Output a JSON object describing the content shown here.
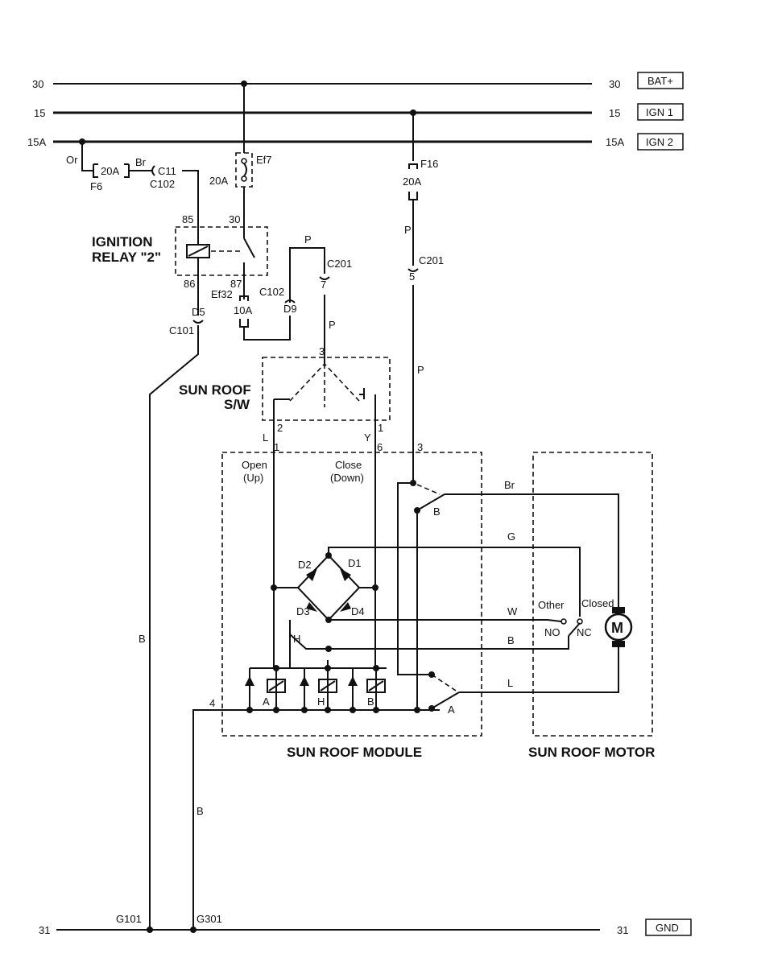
{
  "rails": {
    "r30": {
      "left": "30",
      "right": "30",
      "tag": "BAT+"
    },
    "r15": {
      "left": "15",
      "right": "15",
      "tag": "IGN 1"
    },
    "r15a": {
      "left": "15A",
      "right": "15A",
      "tag": "IGN 2"
    },
    "r31": {
      "left": "31",
      "right": "31",
      "tag": "GND"
    }
  },
  "fuses": {
    "f6": {
      "name": "F6",
      "rating": "20A"
    },
    "ef7": {
      "name": "Ef7",
      "rating": "20A"
    },
    "f16": {
      "name": "F16",
      "rating": "20A"
    },
    "ef32": {
      "name": "Ef32",
      "rating": "10A"
    }
  },
  "connectors": {
    "c11": "C11",
    "c102": "C102",
    "c102b": "C102",
    "c201a": "C201",
    "c201b": "C201",
    "c101": "C101",
    "d5": "D5",
    "d9": "D9",
    "pin7": "7",
    "pin5": "5"
  },
  "wire_colors": {
    "or": "Or",
    "br": "Br",
    "p1": "P",
    "p2": "P",
    "p3": "P",
    "p4": "P",
    "l": "L",
    "y": "Y",
    "b_left": "B",
    "b_ground": "B",
    "br_motor": "Br",
    "g": "G",
    "w": "W",
    "b_mid": "B",
    "l_motor": "L"
  },
  "relay": {
    "title_line1": "IGNITION",
    "title_line2": "RELAY \"2\"",
    "pin85": "85",
    "pin86": "86",
    "pin30": "30",
    "pin87": "87"
  },
  "switch": {
    "title_line1": "SUN ROOF",
    "title_line2": "S/W",
    "pin3": "3",
    "pin2": "2",
    "pin1": "1"
  },
  "module": {
    "title": "SUN ROOF MODULE",
    "open_label1": "Open",
    "open_label2": "(Up)",
    "close_label1": "Close",
    "close_label2": "(Down)",
    "pin1": "1",
    "pin6": "6",
    "pin3": "3",
    "pin4": "4",
    "d1": "D1",
    "d2": "D2",
    "d3": "D3",
    "d4": "D4",
    "relay_a": "A",
    "relay_h": "H",
    "relay_b": "B",
    "contact_b": "B",
    "contact_a": "A",
    "contact_h": "H"
  },
  "motor": {
    "title": "SUN ROOF MOTOR",
    "symbol": "M",
    "other": "Other",
    "closed": "Closed",
    "no": "NO",
    "nc": "NC"
  },
  "grounds": {
    "g101": "G101",
    "g301": "G301"
  }
}
